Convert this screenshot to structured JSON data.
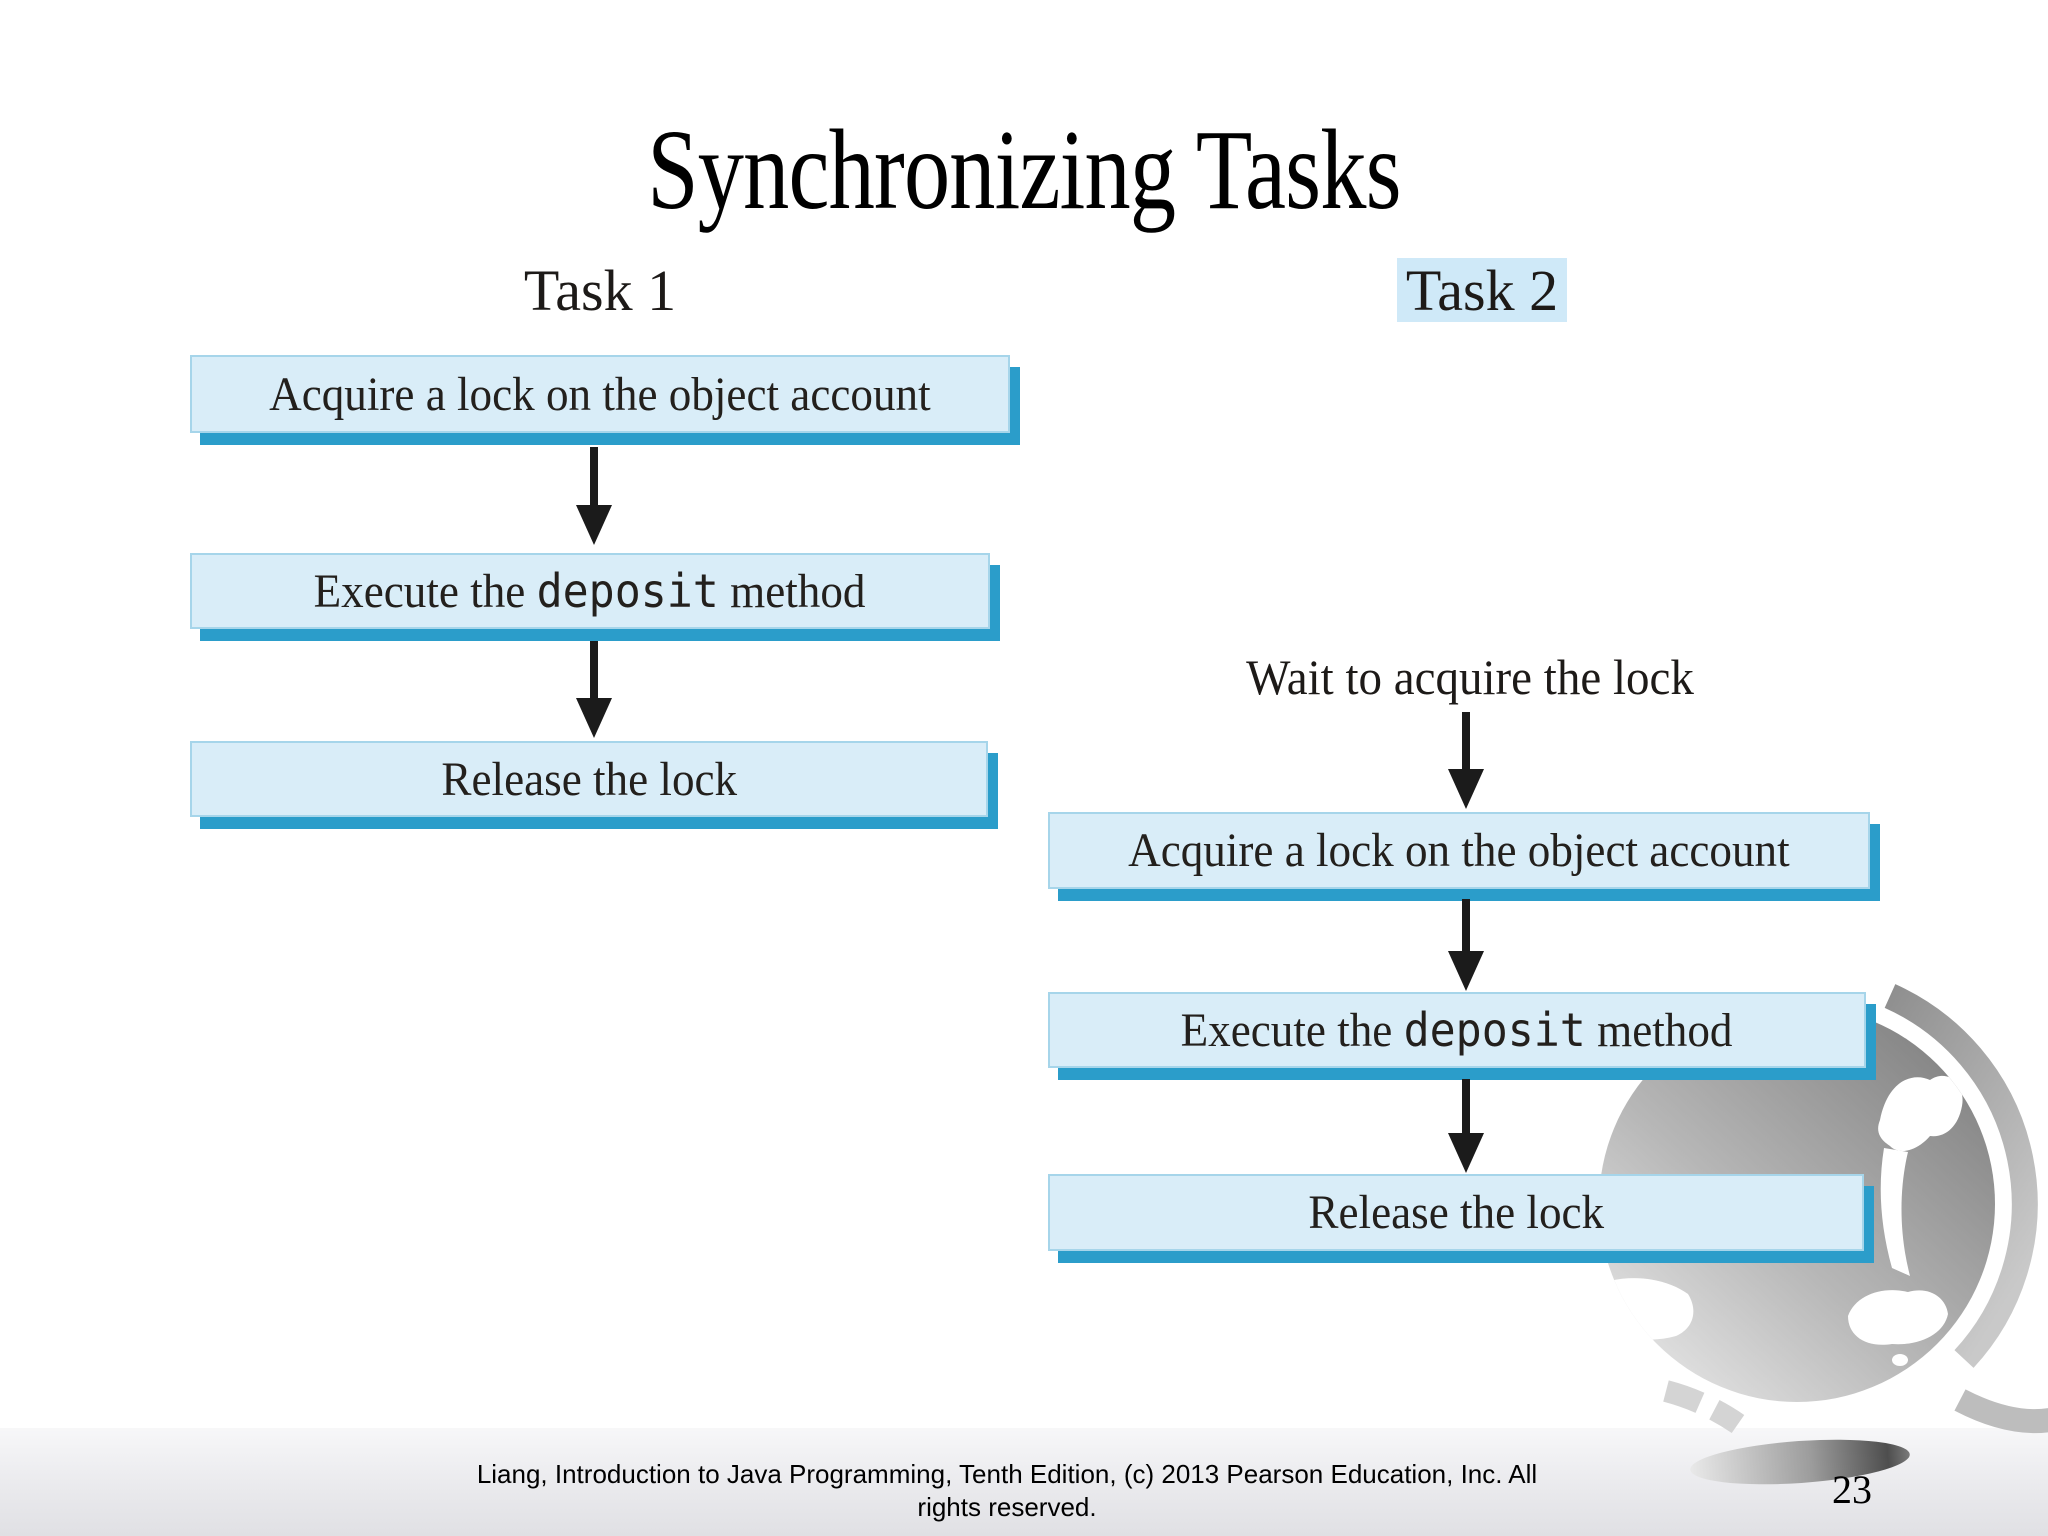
{
  "slide": {
    "title": "Synchronizing Tasks",
    "page_number": "23",
    "footer": {
      "line1": "Liang, Introduction to Java Programming, Tenth Edition, (c) 2013 Pearson Education, Inc. All",
      "line2": "rights reserved."
    },
    "colors": {
      "box_fill": "#d9edf8",
      "box_border": "#a6d5ea",
      "box_shadow_3d": "#2b9dca",
      "task2_highlight": "#cfe9f8",
      "arrow": "#1b1b1b",
      "footer_band": "#e2e2e6"
    },
    "decorations": {
      "globe_icon": "grayscale desk globe with stand ring and base shadow"
    }
  },
  "diagram": {
    "task1": {
      "label": "Task 1",
      "step_acquire": "Acquire a lock on the object account",
      "step_execute": {
        "prefix": "Execute the ",
        "code": "deposit",
        "suffix": " method"
      },
      "step_release": "Release the lock"
    },
    "task2": {
      "label": "Task 2",
      "wait_note": "Wait to acquire the lock",
      "step_acquire": "Acquire a lock on the object account",
      "step_execute": {
        "prefix": "Execute the ",
        "code": "deposit",
        "suffix": " method"
      },
      "step_release": "Release the lock"
    }
  }
}
